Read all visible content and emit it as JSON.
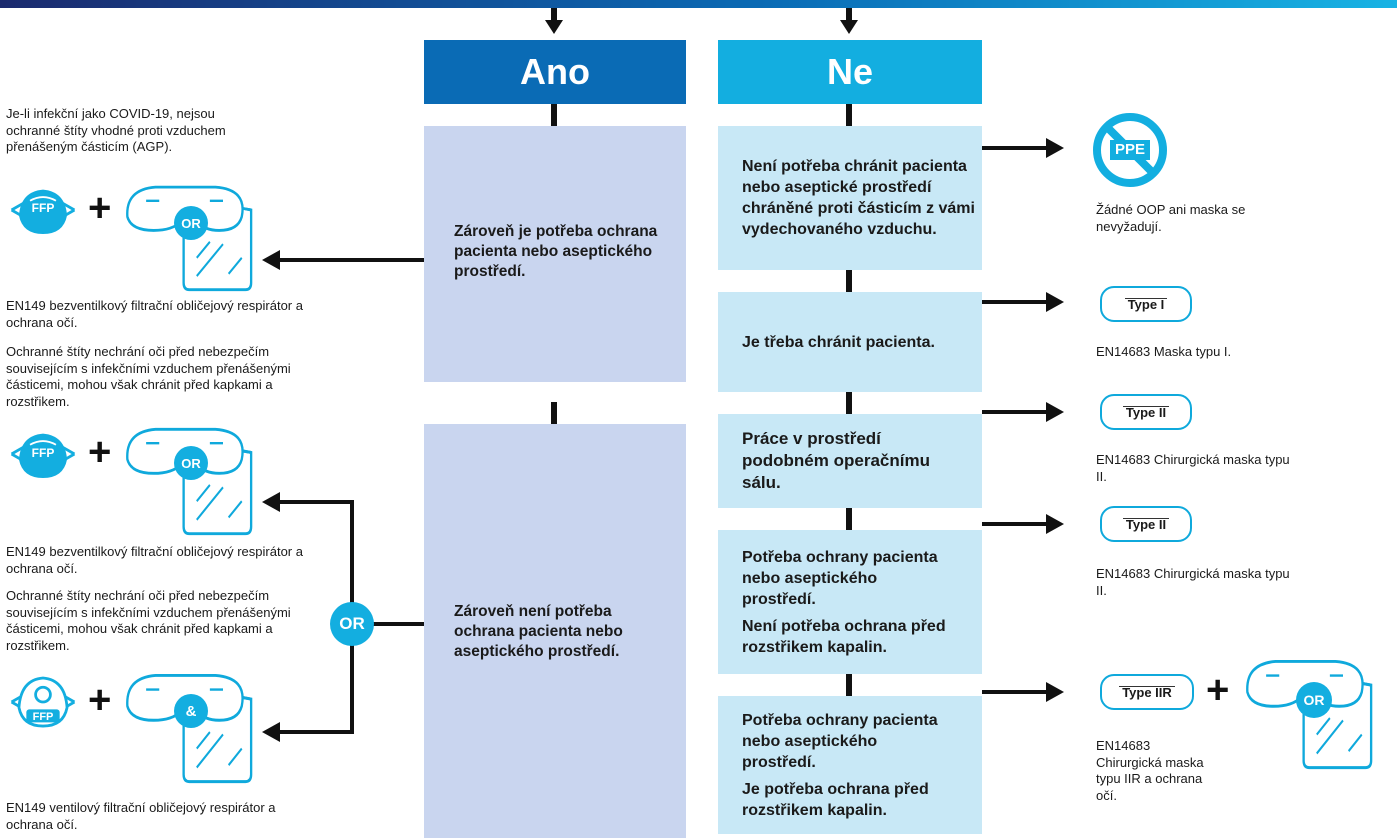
{
  "colors": {
    "ano": "#0a6bb5",
    "ne": "#13aee0",
    "ano_col": "#c9d5ef",
    "ne_box": "#c8e8f6"
  },
  "headers": {
    "ano": "Ano",
    "ne": "Ne"
  },
  "ano": {
    "box1": "Zároveň je potřeba ochrana\npacienta nebo aseptického prostředí.",
    "box2": "Zároveň není potřeba ochrana pacienta nebo aseptického prostředí."
  },
  "ne": {
    "box1": "Není potřeba chránit pacienta nebo aseptické prostředí chráněné proti částicím z vámi vydechovaného vzduchu.",
    "box2": "Je třeba chránit pacienta.",
    "box3": "Práce v prostředí podobném operačnímu sálu.",
    "box4a": "Potřeba ochrany pacienta nebo aseptického prostředí.",
    "box4b": "Není potřeba ochrana před rozstřikem kapalin.",
    "box5a": "Potřeba ochrany pacienta nebo aseptického prostředí.",
    "box5b": "Je potřeba ochrana před rozstřikem kapalin."
  },
  "left": {
    "note_top": "Je-li infekční jako COVID-19, nejsou ochranné štíty vhodné proti vzduchem přenášeným částicím (AGP).",
    "caption1": "EN149 bezventilkový filtrační obličejový respirátor a ochrana očí.",
    "note2": "Ochranné štíty nechrání oči před nebezpečím souvisejícím s infekčními vzduchem přenášenými částicemi, mohou však chránit před kapkami a rozstřikem.",
    "caption2": "EN149 bezventilkový filtrační obličejový respirátor a ochrana očí.",
    "note3": "Ochranné štíty nechrání oči před nebezpečím souvisejícím s infekčními vzduchem přenášenými částicemi, mohou však chránit před kapkami a rozstřikem.",
    "caption3": "EN149 ventilový filtrační obličejový respirátor a ochrana očí.",
    "ffp": "FFP",
    "or": "OR",
    "and": "&",
    "plus": "+"
  },
  "or_main": "OR",
  "right": {
    "ppe": "PPE",
    "caption_ppe": "Žádné OOP ani maska se nevyžadují.",
    "mask1": "Type I",
    "caption1": "EN14683 Maska typu I.",
    "mask2": "Type II",
    "caption2": "EN14683 Chirurgická maska typu II.",
    "mask3": "Type II",
    "caption3": "EN14683 Chirurgická maska typu II.",
    "mask4": "Type IIR",
    "caption4": "EN14683\nChirurgická maska\ntypu IIR a ochrana\nočí.",
    "or": "OR",
    "plus": "+"
  }
}
